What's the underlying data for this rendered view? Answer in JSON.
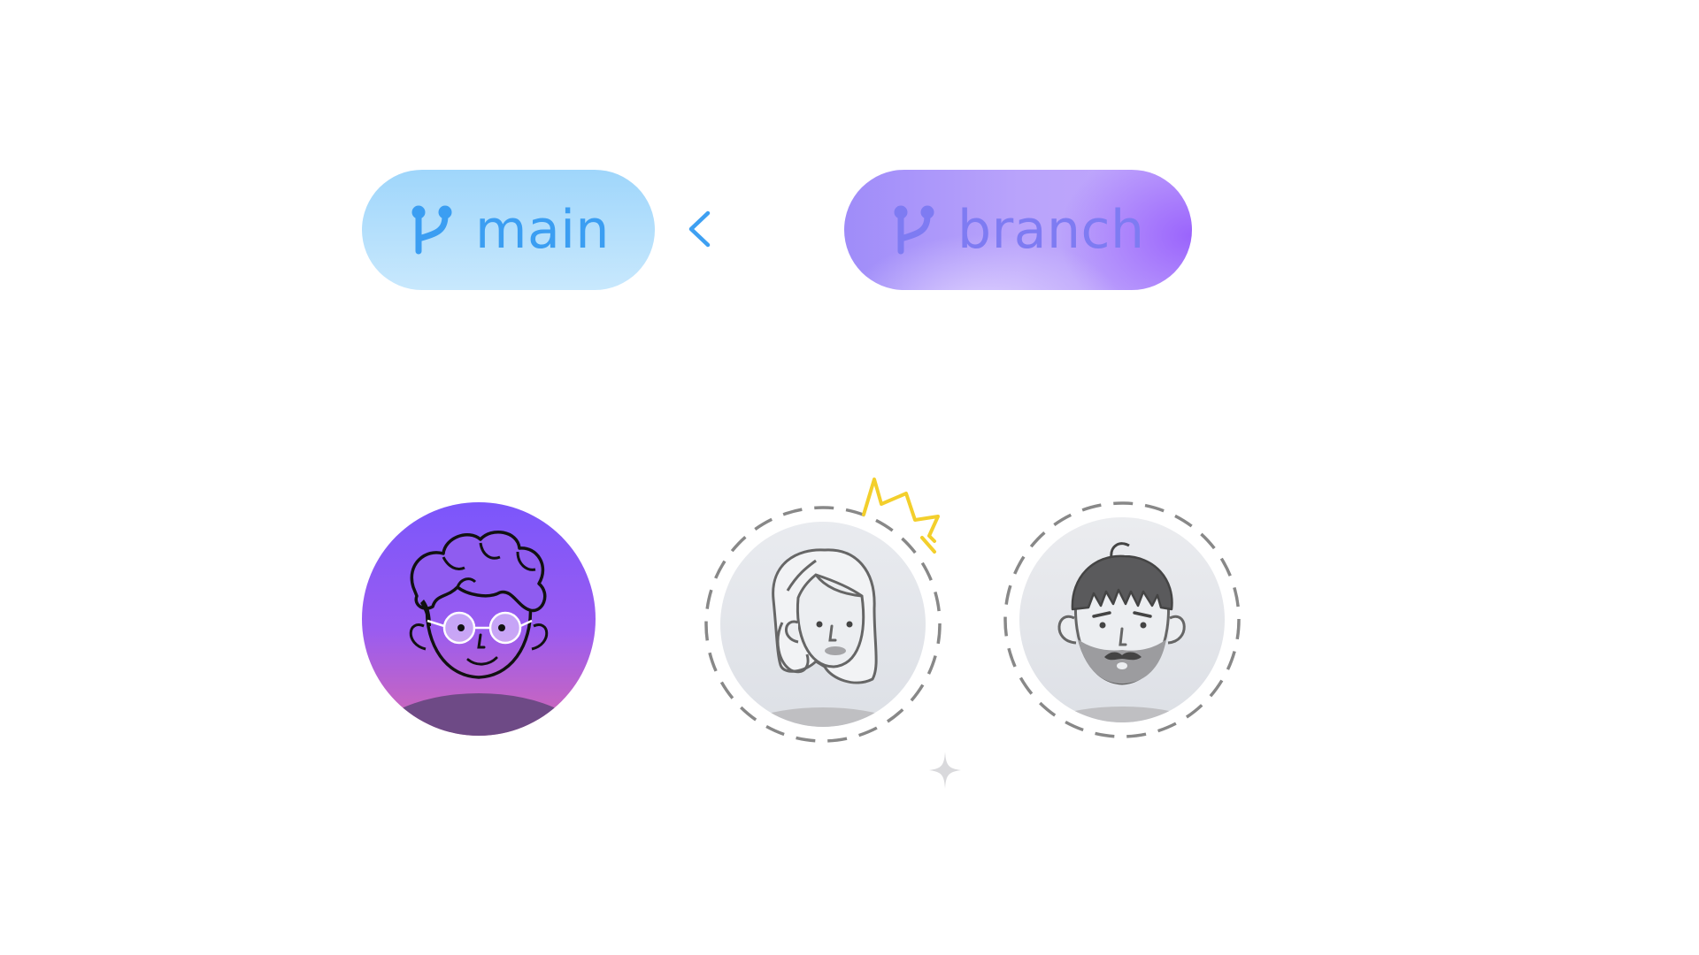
{
  "branches": {
    "target": {
      "label": "main",
      "icon": "git-branch-icon",
      "text_color": "#3b9ef2"
    },
    "source": {
      "label": "branch",
      "icon": "git-branch-icon",
      "text_color": "#7e7bf2"
    },
    "connector_icon": "arrow-left-icon"
  },
  "collaborators": [
    {
      "icon": "avatar-glasses-curly-hair",
      "status": "active",
      "background": "#8a5cf6"
    },
    {
      "icon": "avatar-woman-long-hair",
      "status": "pending",
      "badge_icon": "crown-icon",
      "badge_color": "#f3cf2c"
    },
    {
      "icon": "avatar-man-beard",
      "status": "pending"
    }
  ],
  "decorations": {
    "sparkle_icon": "sparkle-icon"
  }
}
